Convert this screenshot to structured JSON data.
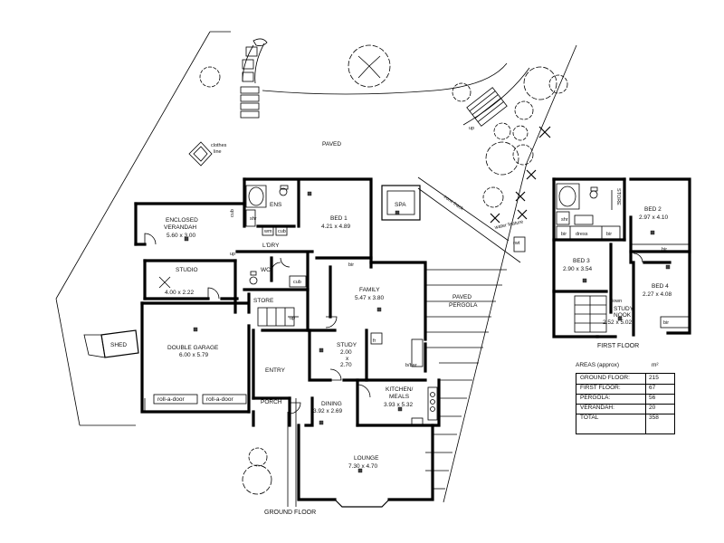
{
  "site": {
    "paved": "PAVED",
    "clothes_line": "clothes line",
    "up_top": "up",
    "conc_track": "conc track",
    "water_feature": "water feature",
    "rwt": "rwt",
    "shed": "SHED"
  },
  "ground_floor": {
    "caption": "GROUND FLOOR",
    "rooms": {
      "enclosed_verandah": {
        "name": "ENCLOSED VERANDAH",
        "name1": "ENCLOSED",
        "name2": "VERANDAH",
        "dims": "5.60 x 3.00"
      },
      "studio": {
        "name": "STUDIO",
        "dims": "4.00 x 2.22"
      },
      "double_garage": {
        "name": "DOUBLE GARAGE",
        "dims": "6.00 x 5.79"
      },
      "ens": {
        "name": "ENS"
      },
      "bed1": {
        "name": "BED 1",
        "dims": "4.21 x 4.89"
      },
      "spa": {
        "name": "SPA"
      },
      "ldry": {
        "name": "L'DRY"
      },
      "wc": {
        "name": "WC"
      },
      "store": {
        "name": "STORE"
      },
      "family": {
        "name": "FAMILY",
        "dims": "5.47 x 3.80"
      },
      "paved_pergola": {
        "name": "PAVED PERGOLA",
        "name1": "PAVED",
        "name2": "PERGOLA"
      },
      "study": {
        "name": "STUDY",
        "dims1": "2.00",
        "dims2": "x",
        "dims3": "2.70"
      },
      "entry": {
        "name": "ENTRY"
      },
      "porch": {
        "name": "PORCH"
      },
      "dining": {
        "name": "DINING",
        "dims": "3.92 x 2.69"
      },
      "kitchen": {
        "name1": "KITCHEN/",
        "name2": "MEALS",
        "dims": "3.93 x 5.32"
      },
      "lounge": {
        "name": "LOUNGE",
        "dims": "7.30 x 4.70"
      }
    },
    "fixtures": {
      "shr": "shr",
      "wm": "wm",
      "cub": "cub",
      "cub2": "cub",
      "cub3": "cub",
      "bir": "bir",
      "up": "up",
      "up2": "up",
      "fr": "fr",
      "bbar": "b/bar",
      "roll1": "roll-a-door",
      "roll2": "roll-a-door"
    }
  },
  "first_floor": {
    "caption": "FIRST FLOOR",
    "rooms": {
      "store": {
        "name": "STORE"
      },
      "bed2": {
        "name": "BED 2",
        "dims": "2.97 x 4.10"
      },
      "bed3": {
        "name": "BED 3",
        "dims": "2.90 x 3.54"
      },
      "bed4": {
        "name": "BED 4",
        "dims": "2.27 x 4.08"
      },
      "study_nook": {
        "name1": "STUDY",
        "name2": "NOOK",
        "dims": "2.52 x 5.02"
      }
    },
    "fixtures": {
      "shr": "shr",
      "bir1": "bir",
      "dress": "dress",
      "bir2": "bir",
      "bir3": "bir",
      "bir4": "bir",
      "down": "down"
    }
  },
  "areas": {
    "title": "AREAS (approx)",
    "unit": "m²",
    "rows": [
      {
        "name": "GROUND FLOOR:",
        "value": "215"
      },
      {
        "name": "FIRST FLOOR:",
        "value": "67"
      },
      {
        "name": "PERGOLA:",
        "value": "56"
      },
      {
        "name": "VERANDAH:",
        "value": "20"
      },
      {
        "name": "TOTAL",
        "value": "358"
      }
    ]
  }
}
